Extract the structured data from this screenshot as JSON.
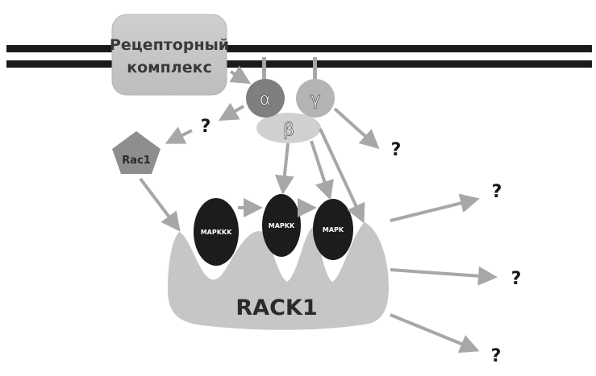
{
  "diagram": {
    "receptor_complex": {
      "line1": "Рецепторный",
      "line2": "комплекс"
    },
    "g_protein": {
      "alpha": "α",
      "beta": "β",
      "gamma": "γ"
    },
    "rac1": "Rac1",
    "kinases": [
      "MAPKKK",
      "MAPKK",
      "MAPK"
    ],
    "scaffold": "RACK1",
    "unknown": "?",
    "colors": {
      "membrane": "#1a1a1a",
      "receptor": "#c9c9cb",
      "alpha": "#7f7f81",
      "gamma": "#b4b4b6",
      "beta": "#d0d0d2",
      "rac1": "#8e8e90",
      "kinase": "#1e1b1c",
      "rack1": "#c6c6c8",
      "arrow": "#a7a7a9"
    }
  }
}
